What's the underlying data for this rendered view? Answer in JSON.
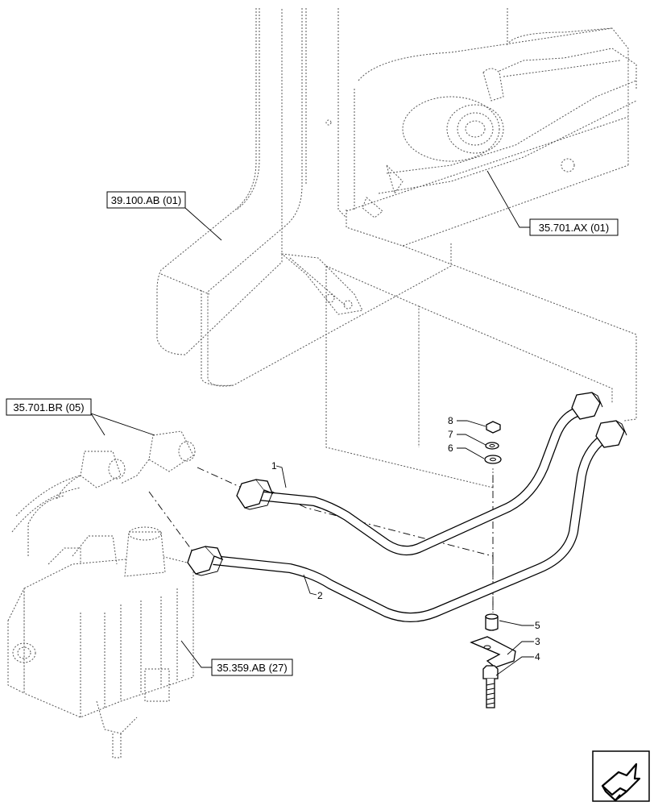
{
  "references": {
    "ref_39100": "39.100.AB (01)",
    "ref_35701ax": "35.701.AX (01)",
    "ref_35701br": "35.701.BR (05)",
    "ref_35359": "35.359.AB (27)"
  },
  "callouts": {
    "n1": "1",
    "n2": "2",
    "n3": "3",
    "n4": "4",
    "n5": "5",
    "n6": "6",
    "n7": "7",
    "n8": "8"
  },
  "icons": {
    "nav": "next-page-arrow-icon"
  }
}
